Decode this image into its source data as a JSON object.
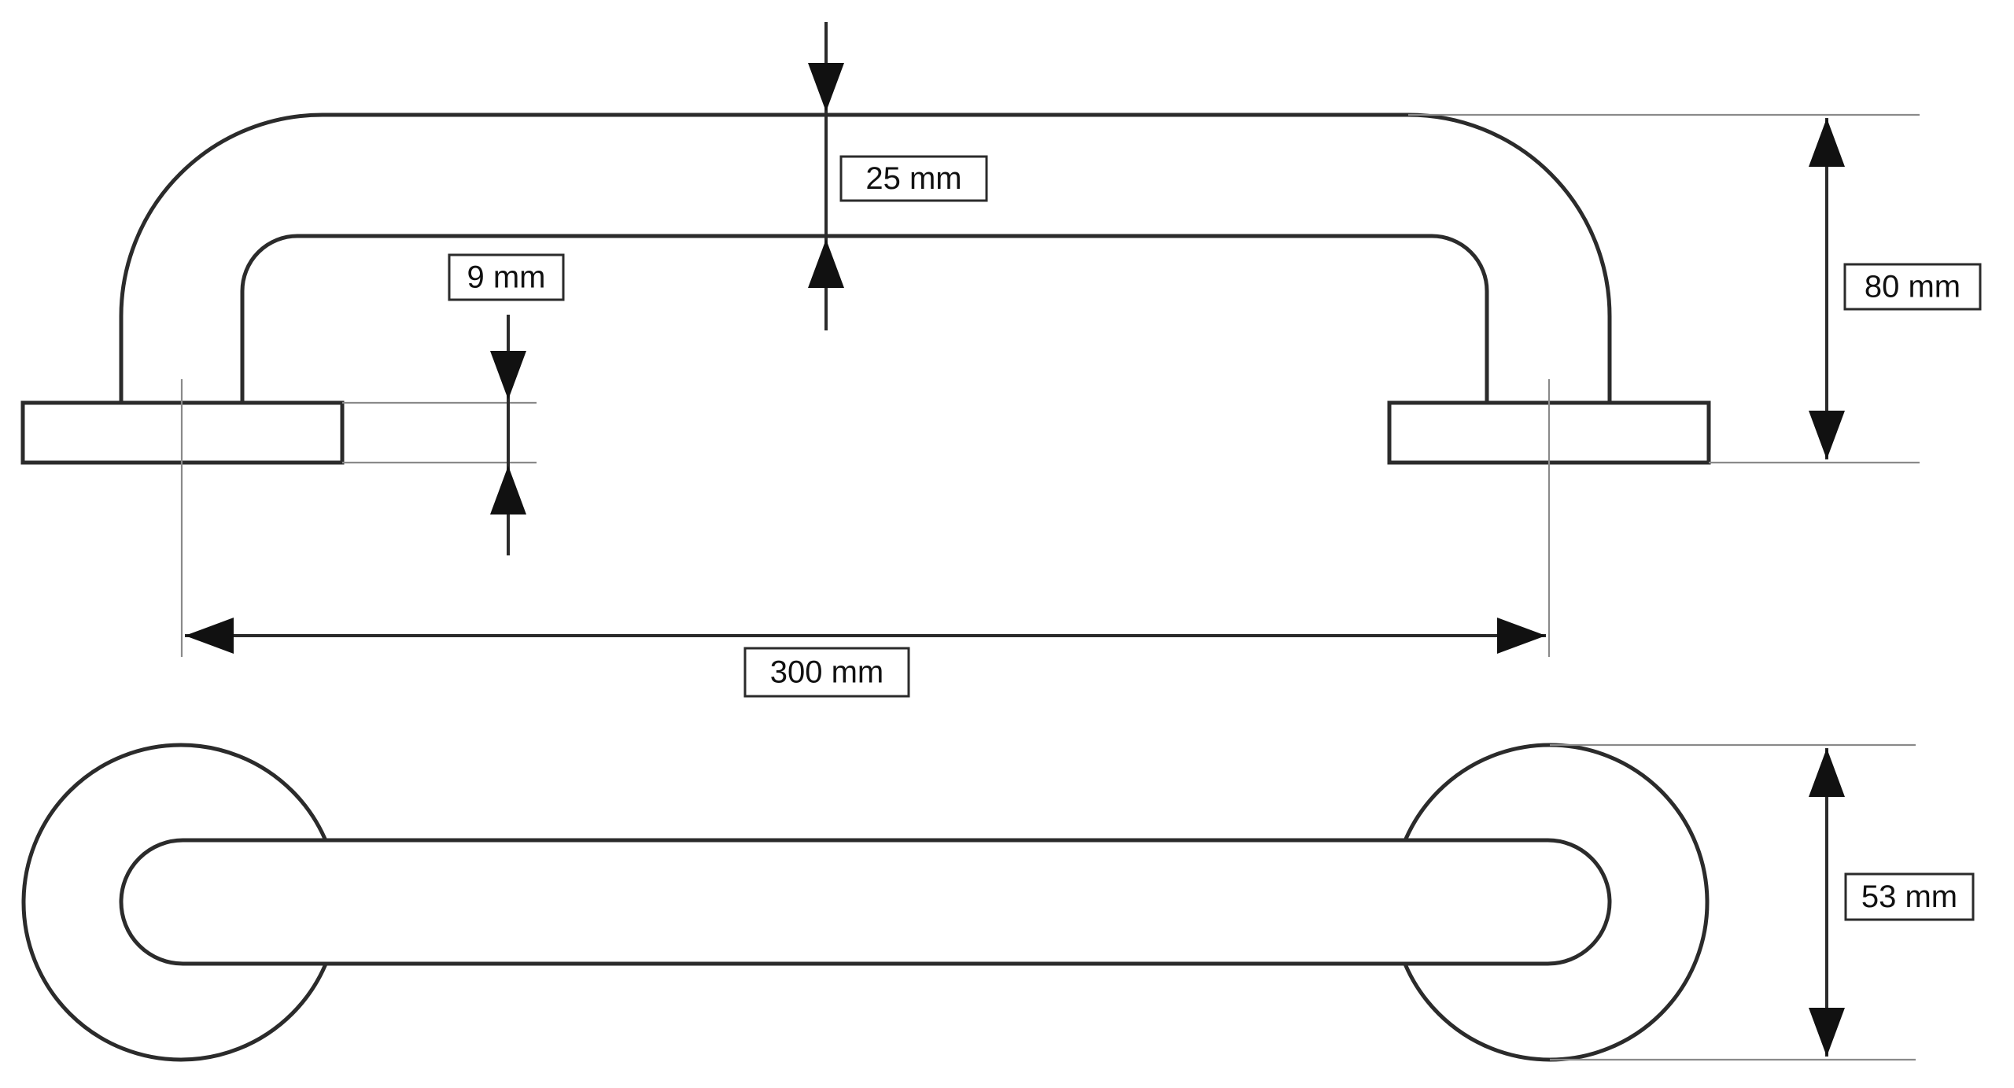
{
  "labels": {
    "tube_diameter": "25 mm",
    "flange_thickness": "9 mm",
    "height": "80 mm",
    "center_distance": "300 mm",
    "flange_diameter": "53 mm"
  },
  "colors": {
    "line": "#2b2b2b",
    "arrow": "#111111",
    "extension": "#8a8a8a",
    "background": "#ffffff"
  }
}
